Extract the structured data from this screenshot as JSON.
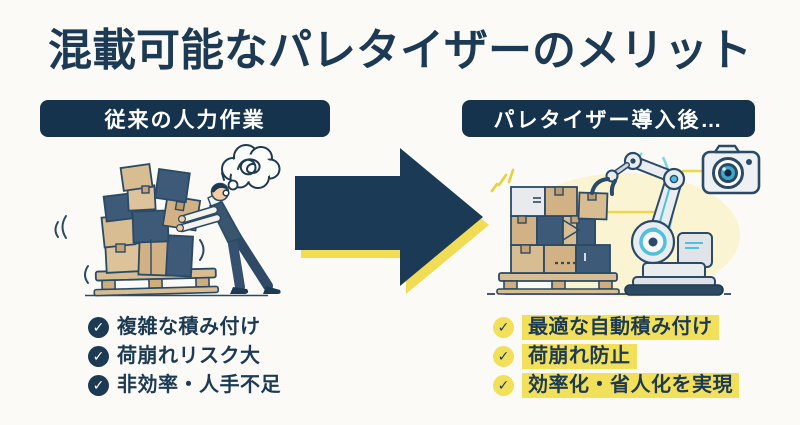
{
  "title": "混載可能なパレタイザーのメリット",
  "left_panel": {
    "header": "従来の人力作業",
    "items": [
      {
        "label": "複雑な積み付け"
      },
      {
        "label": "荷崩れリスク大"
      },
      {
        "label": "非効率・人手不足"
      }
    ]
  },
  "right_panel": {
    "header": "パレタイザー導入後…",
    "items": [
      {
        "label": "最適な自動積み付け"
      },
      {
        "label": "荷崩れ防止"
      },
      {
        "label": "効率化・省人化を実現"
      }
    ]
  },
  "icons": {
    "check": "✓",
    "camera": "camera-icon",
    "thought_bubble": "confusion-scribble-icon",
    "arrow": "right-arrow-icon"
  },
  "colors": {
    "navy": "#1c3a54",
    "header_navy": "#16334d",
    "yellow": "#f2e05a",
    "background": "#fbfaf6",
    "tan_box": "#d8bc92",
    "navy_box": "#3d5a78",
    "robot_gray": "#e9edf0",
    "cyan": "#4fc0e0"
  }
}
